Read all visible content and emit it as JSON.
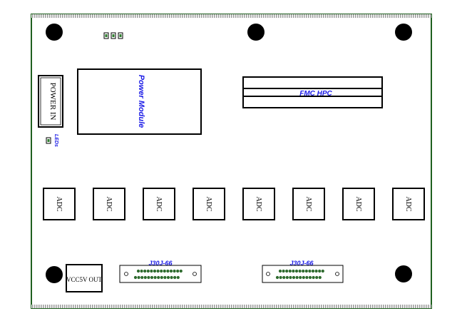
{
  "board": {
    "power_in_label": "POWER IN",
    "power_module_label": "Power Module",
    "fmc_label": "FMC HPC",
    "leds_label": "LEDs",
    "vcc_out_label": "VCC5V OUT",
    "adc_labels": [
      "ADC",
      "ADC",
      "ADC",
      "ADC",
      "ADC",
      "ADC",
      "ADC",
      "ADC"
    ],
    "connector_labels": [
      "J30J-66",
      "J30J-66"
    ]
  },
  "colors": {
    "board_outline": "#1f5f1f",
    "board_edge": "#8a8a8a",
    "label_blue": "#1a1ae6",
    "led_green": "#2e7d2e",
    "pin_green": "#2e6b2e",
    "hole": "#000000"
  }
}
